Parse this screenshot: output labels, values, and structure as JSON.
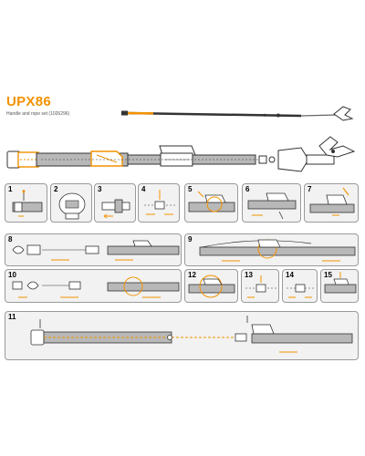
{
  "product": {
    "title": "UPX86",
    "subtitle": "Handle and rope set (1026296)"
  },
  "colors": {
    "accent": "#f39200",
    "title_color": "#f39200",
    "outline": "#333333",
    "panel_border": "#9a9a9a",
    "panel_fill": "#f2f2f2",
    "tube_fill": "#b8b8b8"
  },
  "steps": [
    {
      "number": "1"
    },
    {
      "number": "2"
    },
    {
      "number": "3"
    },
    {
      "number": "4"
    },
    {
      "number": "5"
    },
    {
      "number": "6"
    },
    {
      "number": "7"
    },
    {
      "number": "8"
    },
    {
      "number": "9"
    },
    {
      "number": "10"
    },
    {
      "number": "12"
    },
    {
      "number": "13"
    },
    {
      "number": "14"
    },
    {
      "number": "15"
    },
    {
      "number": "11"
    }
  ]
}
